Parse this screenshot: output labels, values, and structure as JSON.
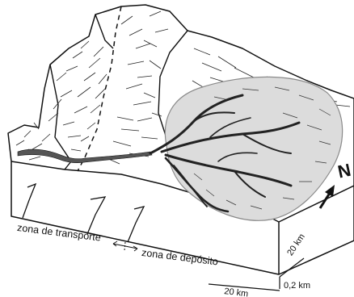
{
  "labels": {
    "transport_zone": "zona de transporte",
    "deposit_zone": "zona de depósito",
    "scale_depth": "20 km",
    "scale_height": "0,2 km",
    "scale_width": "20 km",
    "north": "N"
  },
  "colors": {
    "line": "#111111",
    "fan_fill": "#dcdcdc",
    "fan_stroke": "#8a8a8a",
    "channel": "#555555"
  },
  "icons": [
    "north-arrow-icon",
    "boundary-arrow-icon"
  ]
}
